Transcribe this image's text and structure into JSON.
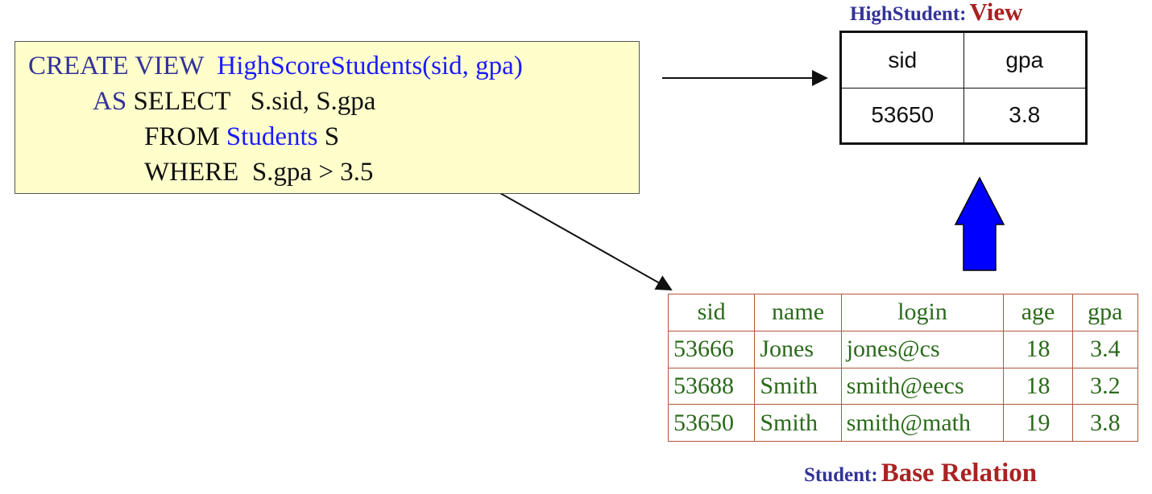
{
  "colors": {
    "sql_background": "#ffffcc",
    "keyword": "#333399",
    "identifier": "#1a1aff",
    "base_text": "#2a6a1a",
    "base_border": "#b0553a",
    "caption_main": "#333399",
    "caption_sub": "#aa2222",
    "up_arrow": "#0000ff"
  },
  "sql": {
    "line1": {
      "kw": "CREATE VIEW",
      "name": "HighScoreStudents(sid, gpa)"
    },
    "line2": {
      "kw": "AS",
      "text": "SELECT   S.sid, S.gpa"
    },
    "line3": {
      "kw": "FROM",
      "table": "Students",
      "alias": "S"
    },
    "line4": {
      "kw": "WHERE",
      "text": "S.gpa > 3.5"
    }
  },
  "view": {
    "title_main": "HighStudent:",
    "title_sub": "View",
    "headers": [
      "sid",
      "gpa"
    ],
    "rows": [
      [
        "53650",
        "3.8"
      ]
    ]
  },
  "base": {
    "caption_main": "Student:",
    "caption_sub": "Base Relation",
    "headers": [
      "sid",
      "name",
      "login",
      "age",
      "gpa"
    ],
    "rows": [
      [
        "53666",
        "Jones",
        "jones@cs",
        "18",
        "3.4"
      ],
      [
        "53688",
        "Smith",
        "smith@eecs",
        "18",
        "3.2"
      ],
      [
        "53650",
        "Smith",
        "smith@math",
        "19",
        "3.8"
      ]
    ]
  }
}
